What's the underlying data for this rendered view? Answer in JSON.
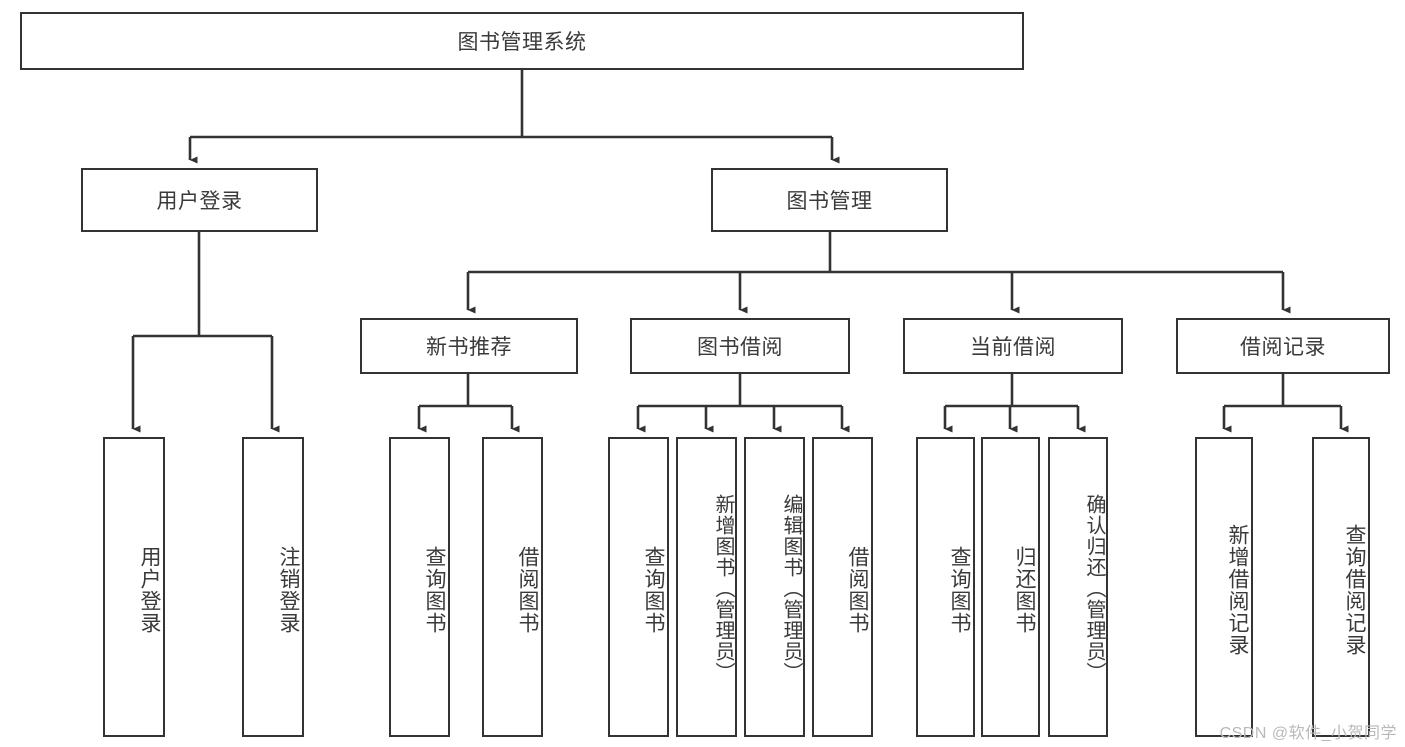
{
  "diagram": {
    "title": "图书管理系统",
    "type": "tree-hierarchy-diagram",
    "colors": {
      "box_border": "#333333",
      "box_fill": "#ffffff",
      "text": "#3a3a3a",
      "edge": "#333333",
      "watermark": "#b9b9b9",
      "background": "#ffffff"
    },
    "root": {
      "label": "图书管理系统"
    },
    "level2": [
      {
        "label": "用户登录"
      },
      {
        "label": "图书管理"
      }
    ],
    "level3": [
      {
        "label": "新书推荐"
      },
      {
        "label": "图书借阅"
      },
      {
        "label": "当前借阅"
      },
      {
        "label": "借阅记录"
      }
    ],
    "leaves": {
      "user_login": [
        {
          "label": "用户登录"
        },
        {
          "label": "注销登录"
        }
      ],
      "new_book_recommend": [
        {
          "label": "查询图书"
        },
        {
          "label": "借阅图书"
        }
      ],
      "book_borrow": [
        {
          "label": "查询图书"
        },
        {
          "label": "新增图书（管理员）"
        },
        {
          "label": "编辑图书（管理员）"
        },
        {
          "label": "借阅图书"
        }
      ],
      "current_borrow": [
        {
          "label": "查询图书"
        },
        {
          "label": "归还图书"
        },
        {
          "label": "确认归还（管理员）"
        }
      ],
      "borrow_record": [
        {
          "label": "新增借阅记录"
        },
        {
          "label": "查询借阅记录"
        }
      ]
    }
  },
  "watermark": {
    "text": "CSDN @软件_小贺同学"
  }
}
